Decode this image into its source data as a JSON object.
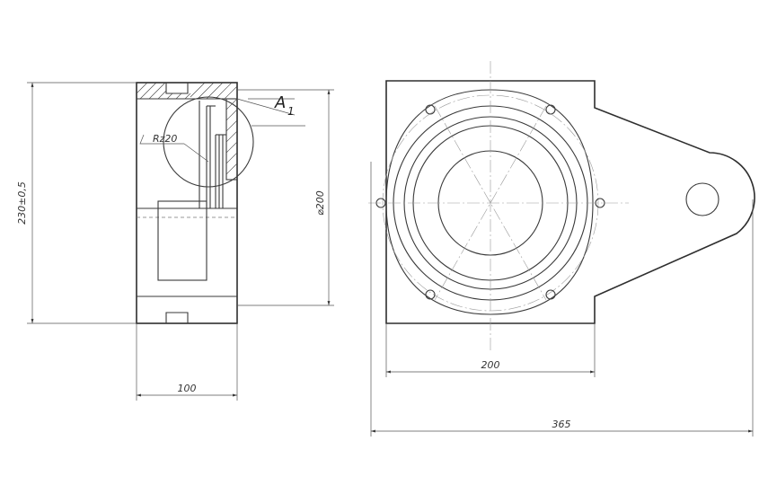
{
  "dimensions": {
    "left_height": "230±0,5",
    "side_diameter": "⌀200",
    "side_width": "100",
    "front_width": "200",
    "overall_width": "365"
  },
  "annotations": {
    "roughness": "Rz20",
    "detail_label": "A",
    "detail_subscript": "1"
  }
}
